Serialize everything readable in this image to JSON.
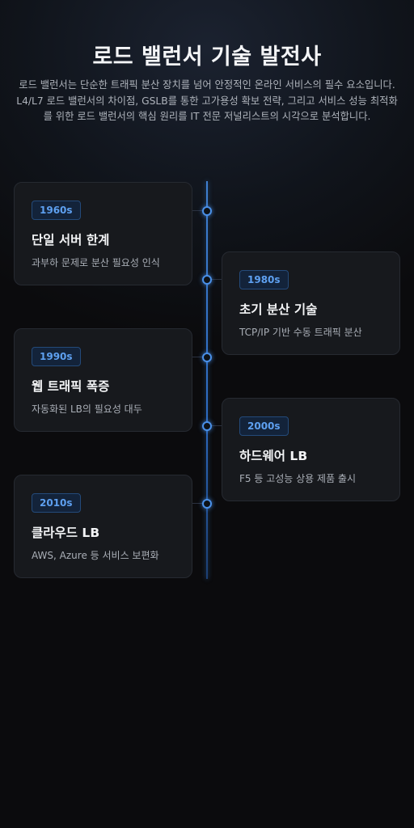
{
  "header": {
    "title": "로드 밸런서 기술 발전사",
    "intro": "로드 밸런서는 단순한 트래픽 분산 장치를 넘어 안정적인 온라인 서비스의 필수 요소입니다. L4/L7 로드 밸런서의 차이점, GSLB를 통한 고가용성 확보 전략, 그리고 서비스 성능 최적화를 위한 로드 밸런서의 핵심 원리를 IT 전문 저널리스트의 시각으로 분석합니다."
  },
  "timeline": [
    {
      "era": "1960s",
      "title": "단일 서버 한계",
      "desc": "과부하 문제로 분산 필요성 인식"
    },
    {
      "era": "1980s",
      "title": "초기 분산 기술",
      "desc": "TCP/IP 기반 수동 트래픽 분산"
    },
    {
      "era": "1990s",
      "title": "웹 트래픽 폭증",
      "desc": "자동화된 LB의 필요성 대두"
    },
    {
      "era": "2000s",
      "title": "하드웨어 LB",
      "desc": "F5 등 고성능 상용 제품 출시"
    },
    {
      "era": "2010s",
      "title": "클라우드 LB",
      "desc": "AWS, Azure 등 서비스 보편화"
    }
  ],
  "colors": {
    "accent": "#4a90e8",
    "card_bg": "#17191d",
    "badge_text": "#5ea0f0"
  }
}
